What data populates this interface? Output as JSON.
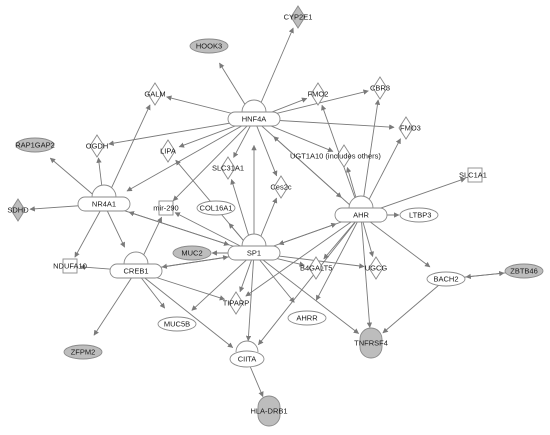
{
  "nodes": {
    "CYP2E1": "CYP2E1",
    "HOOK3": "HOOK3",
    "GALM": "GALM",
    "HNF4A": "HNF4A",
    "FMO2": "FMO2",
    "CBR3": "CBR3",
    "RAP1GAP2": "RAP1GAP2",
    "OGDH": "OGDH",
    "LIPA": "LIPA",
    "UGT1A10": "UGT1A10 (includes others)",
    "FMO3": "FMO3",
    "SLC31A1": "SLC31A1",
    "SLC1A1": "SLC1A1",
    "NR4A1": "NR4A1",
    "mir290": "mir-290",
    "COL16A1": "COL16A1",
    "Ces2c": "Ces2c",
    "AHR": "AHR",
    "LTBP3": "LTBP3",
    "SDHD": "SDHD",
    "NDUFA10": "NDUFA10",
    "CREB1": "CREB1",
    "MUC2": "MUC2",
    "SP1": "SP1",
    "B4GALT5": "B4GALT5",
    "UGCG": "UGCG",
    "BACH2": "BACH2",
    "ZBTB46": "ZBTB46",
    "TIPARP": "TIPARP",
    "MUC5B": "MUC5B",
    "AHRR": "AHRR",
    "TNFRSF4": "TNFRSF4",
    "ZFPM2": "ZFPM2",
    "CIITA": "CIITA",
    "HLADRB1": "HLA-DRB1"
  },
  "colors": {
    "edge": "#7a7a7a",
    "highlighted_fill": "#bdbdbd",
    "plain_fill": "#ffffff",
    "outline": "#8a8a8a"
  },
  "edges": [
    [
      "HNF4A",
      "CYP2E1"
    ],
    [
      "HNF4A",
      "HOOK3"
    ],
    [
      "HNF4A",
      "GALM"
    ],
    [
      "HNF4A",
      "FMO2"
    ],
    [
      "HNF4A",
      "CBR3"
    ],
    [
      "HNF4A",
      "OGDH"
    ],
    [
      "HNF4A",
      "LIPA"
    ],
    [
      "HNF4A",
      "SLC31A1"
    ],
    [
      "HNF4A",
      "UGT1A10"
    ],
    [
      "HNF4A",
      "FMO3"
    ],
    [
      "HNF4A",
      "Ces2c"
    ],
    [
      "HNF4A",
      "mir290"
    ],
    [
      "HNF4A",
      "NR4A1"
    ],
    [
      "HNF4A",
      "AHR"
    ],
    [
      "NR4A1",
      "RAP1GAP2"
    ],
    [
      "NR4A1",
      "SDHD"
    ],
    [
      "NR4A1",
      "NDUFA10"
    ],
    [
      "NR4A1",
      "GALM"
    ],
    [
      "NR4A1",
      "OGDH"
    ],
    [
      "NR4A1",
      "CREB1"
    ],
    [
      "NR4A1",
      "SP1"
    ],
    [
      "SP1",
      "HNF4A"
    ],
    [
      "SP1",
      "NR4A1"
    ],
    [
      "SP1",
      "AHR"
    ],
    [
      "SP1",
      "CREB1"
    ],
    [
      "SP1",
      "MUC2"
    ],
    [
      "SP1",
      "COL16A1"
    ],
    [
      "SP1",
      "SLC31A1"
    ],
    [
      "SP1",
      "LIPA"
    ],
    [
      "SP1",
      "mir290"
    ],
    [
      "SP1",
      "B4GALT5"
    ],
    [
      "SP1",
      "UGCG"
    ],
    [
      "SP1",
      "TIPARP"
    ],
    [
      "SP1",
      "MUC5B"
    ],
    [
      "SP1",
      "AHRR"
    ],
    [
      "SP1",
      "CIITA"
    ],
    [
      "SP1",
      "TNFRSF4"
    ],
    [
      "SP1",
      "Ces2c"
    ],
    [
      "AHR",
      "SP1"
    ],
    [
      "AHR",
      "HNF4A"
    ],
    [
      "AHR",
      "CBR3"
    ],
    [
      "AHR",
      "FMO2"
    ],
    [
      "AHR",
      "FMO3"
    ],
    [
      "AHR",
      "UGT1A10"
    ],
    [
      "AHR",
      "SLC1A1"
    ],
    [
      "AHR",
      "LTBP3"
    ],
    [
      "AHR",
      "B4GALT5"
    ],
    [
      "AHR",
      "UGCG"
    ],
    [
      "AHR",
      "TIPARP"
    ],
    [
      "AHR",
      "AHRR"
    ],
    [
      "AHR",
      "BACH2"
    ],
    [
      "AHR",
      "TNFRSF4"
    ],
    [
      "AHR",
      "CIITA"
    ],
    [
      "CREB1",
      "mir290"
    ],
    [
      "CREB1",
      "NDUFA10"
    ],
    [
      "CREB1",
      "ZFPM2"
    ],
    [
      "CREB1",
      "MUC5B"
    ],
    [
      "CREB1",
      "CIITA"
    ],
    [
      "CREB1",
      "TIPARP"
    ],
    [
      "CREB1",
      "SP1"
    ],
    [
      "BACH2",
      "ZBTB46"
    ],
    [
      "BACH2",
      "TNFRSF4"
    ],
    [
      "ZBTB46",
      "BACH2"
    ],
    [
      "CIITA",
      "HLADRB1"
    ]
  ]
}
